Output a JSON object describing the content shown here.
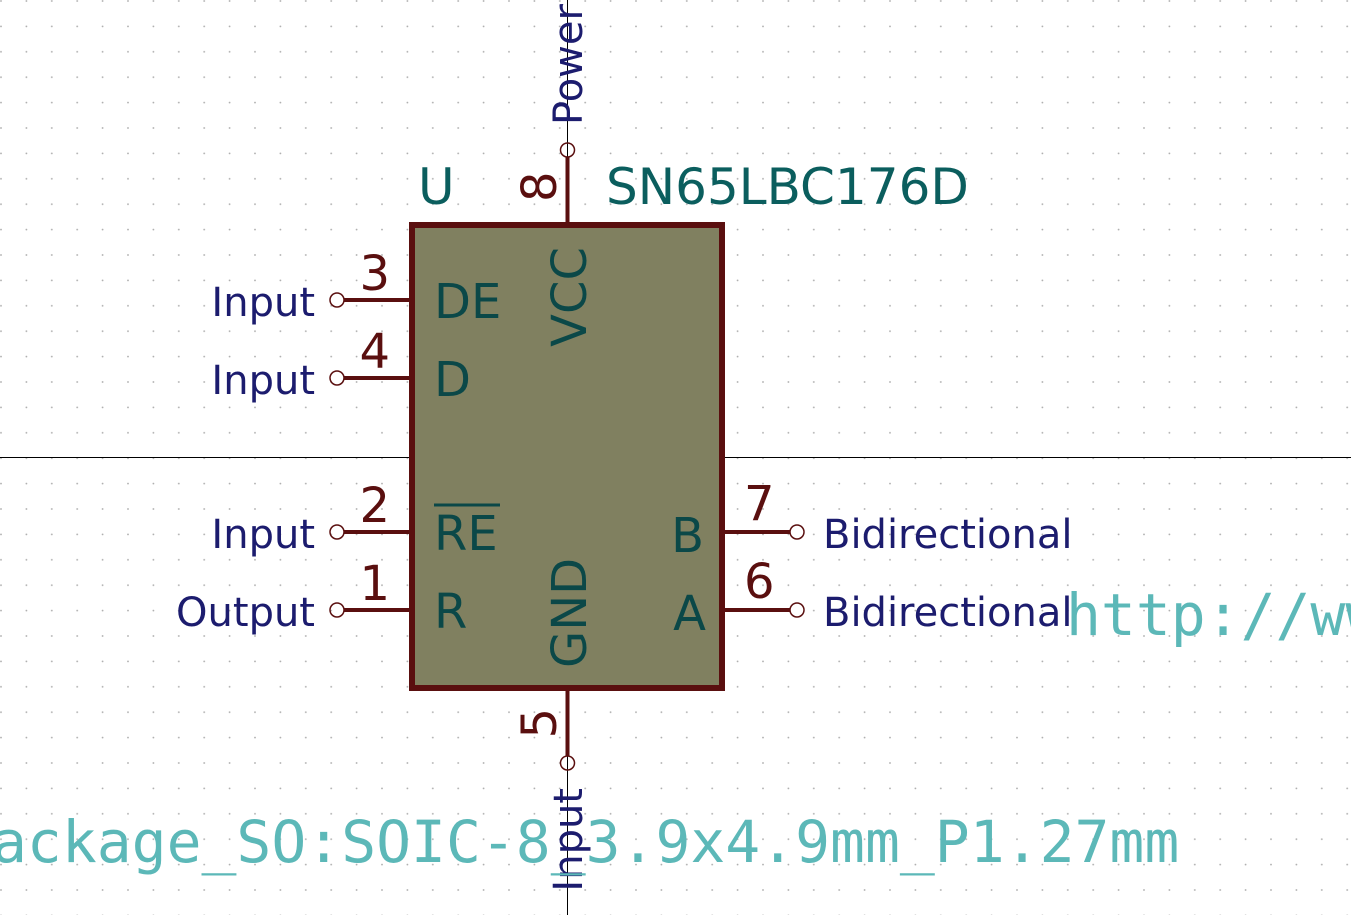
{
  "component": {
    "reference": "U",
    "value": "SN65LBC176D",
    "footprint": "ackage_SO:SOIC-8_3.9x4.9mm_P1.27mm",
    "datasheet": "http://ww"
  },
  "pins": {
    "p3": {
      "number": "3",
      "name": "DE",
      "type": "Input"
    },
    "p4": {
      "number": "4",
      "name": "D",
      "type": "Input"
    },
    "p2": {
      "number": "2",
      "name": "RE",
      "type": "Input"
    },
    "p1": {
      "number": "1",
      "name": "R",
      "type": "Output"
    },
    "p7": {
      "number": "7",
      "name": "B",
      "type": "Bidirectional"
    },
    "p6": {
      "number": "6",
      "name": "A",
      "type": "Bidirectional"
    },
    "p8": {
      "number": "8",
      "name": "VCC",
      "type": "Power"
    },
    "p5": {
      "number": "5",
      "name": "GND",
      "type": "Input"
    }
  },
  "colors": {
    "background": "#ffffff",
    "grid_dot": "#a9a9a9",
    "body_fill": "#808060",
    "body_outline": "#5a0f0f",
    "pin_line": "#5a0f0f",
    "pin_number": "#5a0f0f",
    "pin_name": "#0b4848",
    "pin_type": "#1c1c6e",
    "reference": "#0b5e5e",
    "value": "#0b5e5e",
    "field_text": "#5cb8b8",
    "crosshair": "#000000"
  }
}
